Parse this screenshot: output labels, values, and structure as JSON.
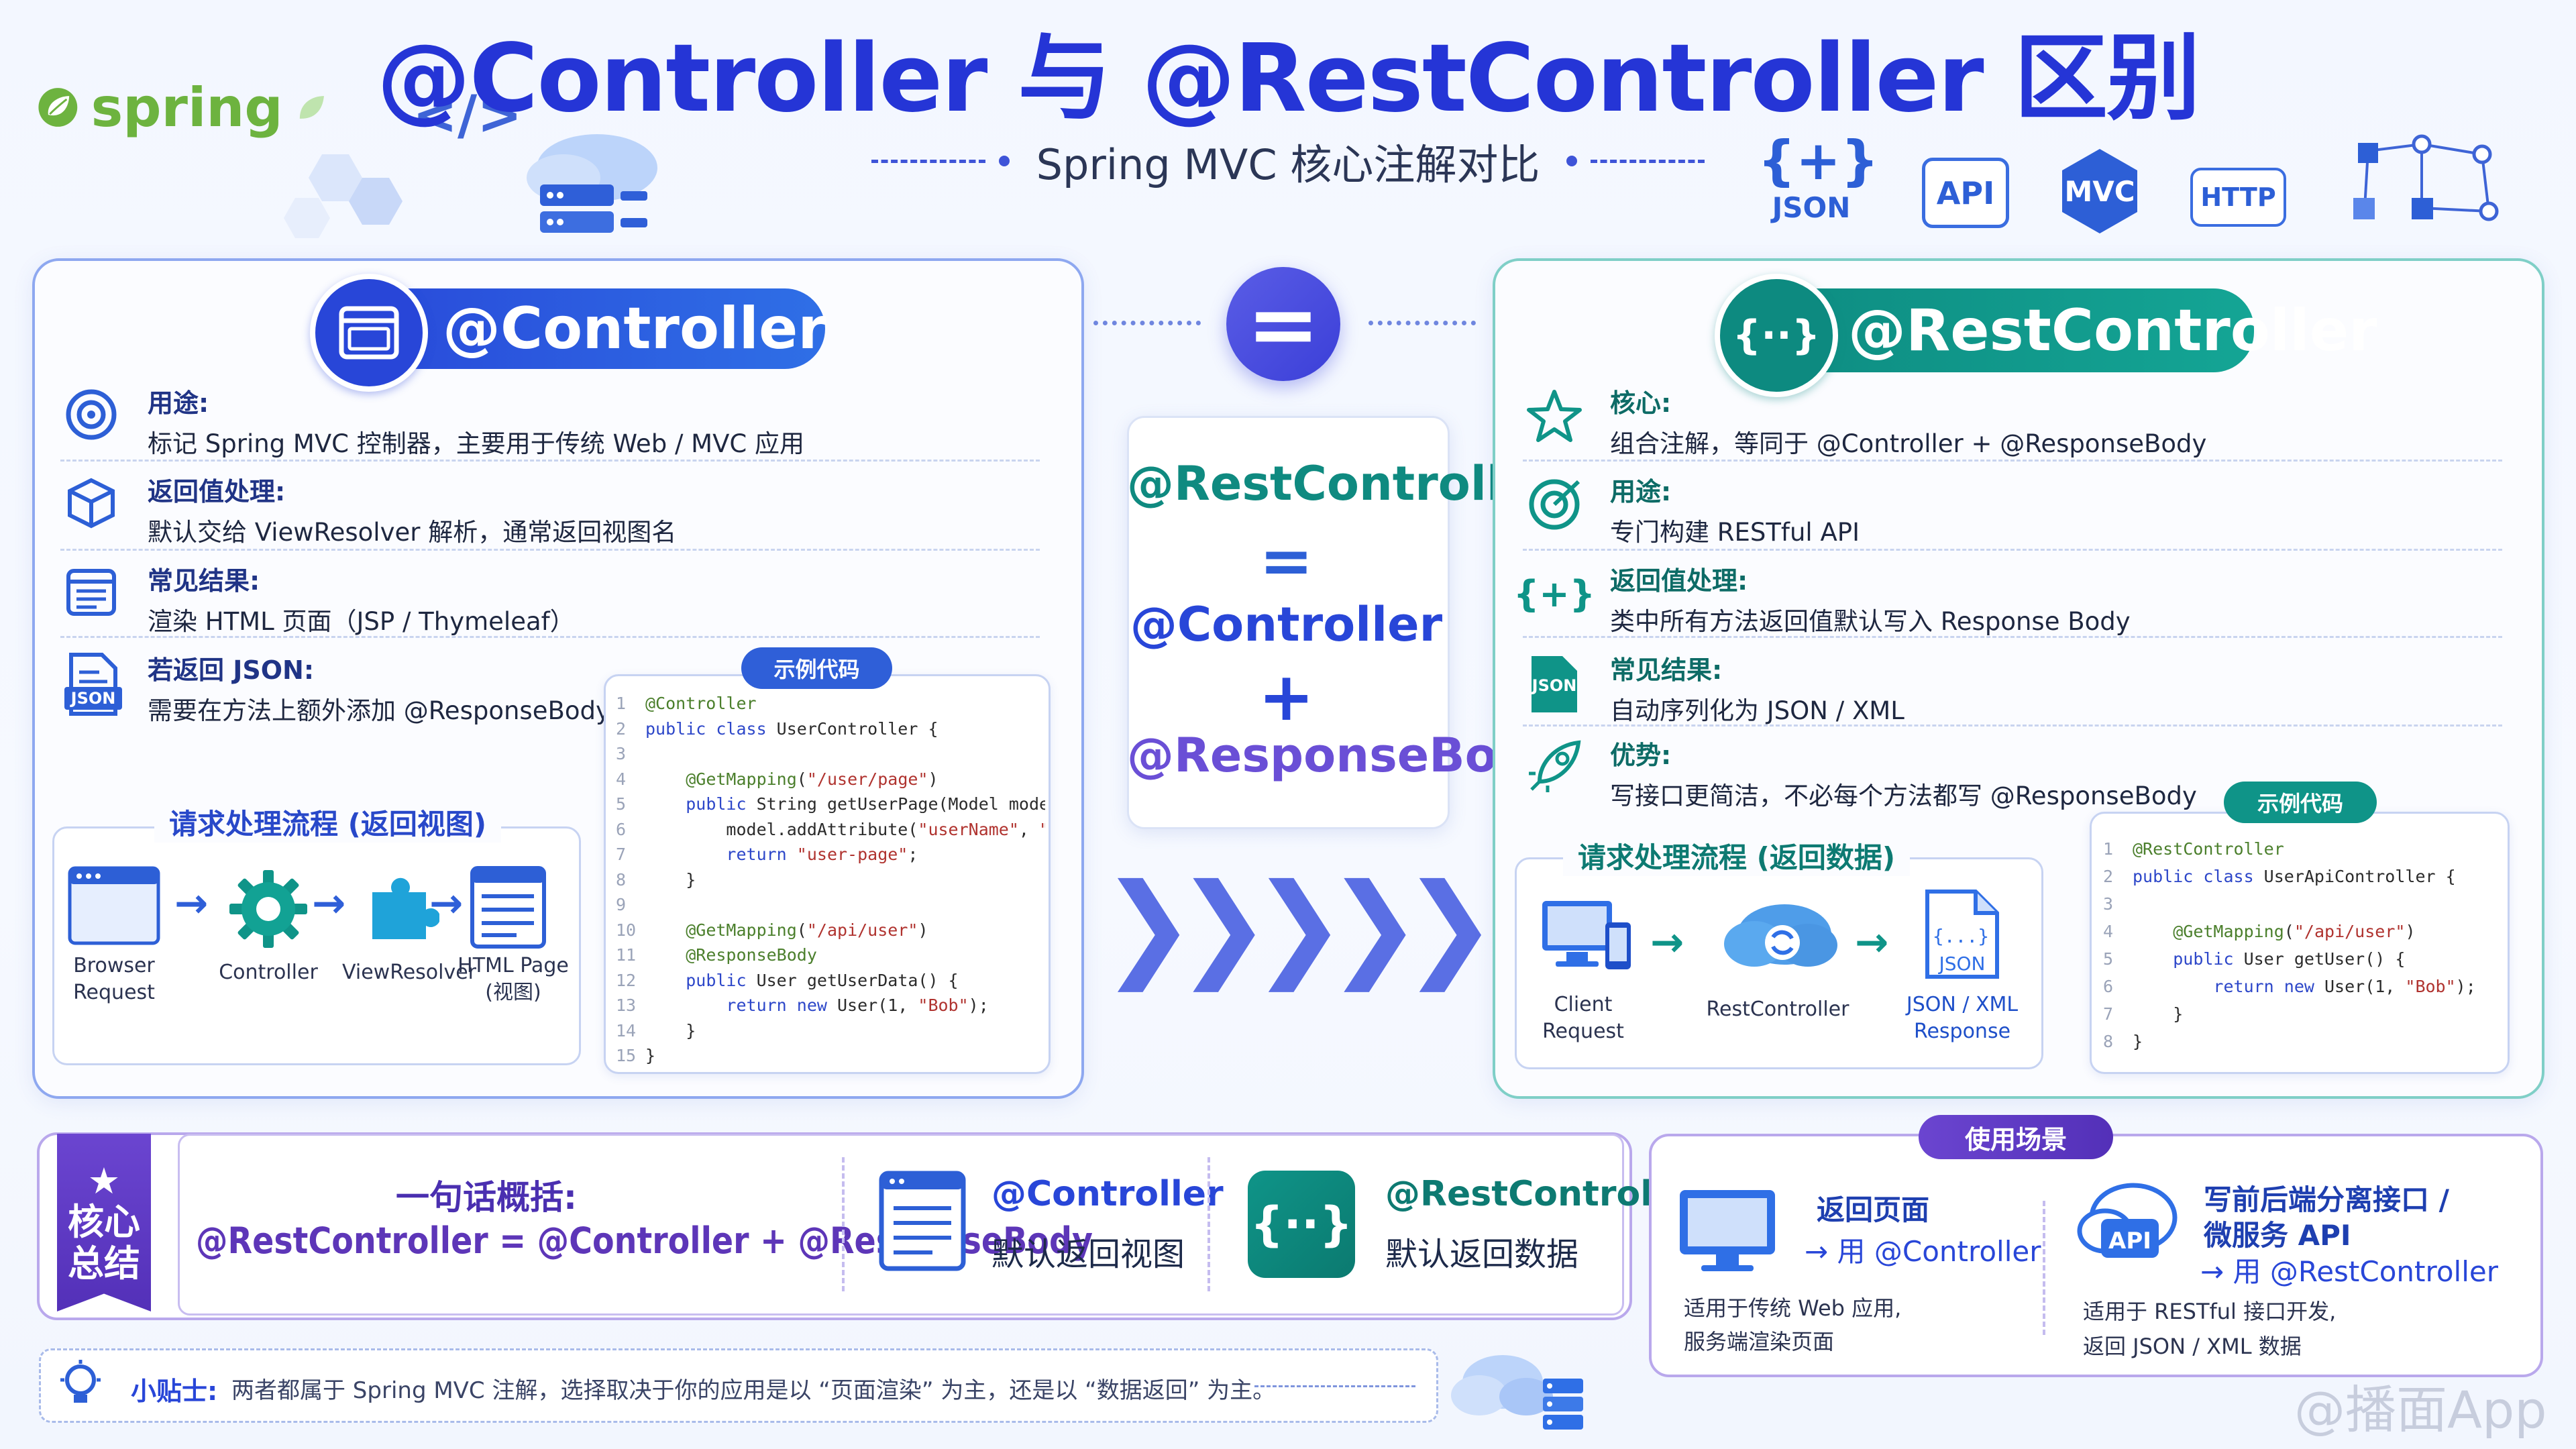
{
  "header": {
    "title": "@Controller 与 @RestController 区别",
    "subtitle": "Spring MVC 核心注解对比",
    "logo_text": "spring",
    "code_symbol": "</>",
    "tags": [
      {
        "label": "JSON",
        "symbol": "{+}"
      },
      {
        "label": "API"
      },
      {
        "label": "MVC"
      },
      {
        "label": "HTTP"
      }
    ]
  },
  "controller": {
    "badge": "@Controller",
    "items": [
      {
        "title": "用途:",
        "desc": "标记 Spring MVC 控制器，主要用于传统 Web / MVC 应用",
        "icon": "target-icon"
      },
      {
        "title": "返回值处理:",
        "desc": "默认交给 ViewResolver 解析，通常返回视图名",
        "icon": "cube-icon"
      },
      {
        "title": "常见结果:",
        "desc": "渲染 HTML 页面（JSP / Thymeleaf）",
        "icon": "page-icon"
      },
      {
        "title": "若返回 JSON:",
        "desc": "需要在方法上额外添加 @ResponseBody",
        "icon": "json-file-icon"
      }
    ],
    "json_icon_label": "JSON",
    "flow": {
      "title": "请求处理流程 (返回视图)",
      "steps": [
        "Browser Request",
        "Controller",
        "ViewResolver",
        "HTML Page (视图)"
      ]
    },
    "code_tag": "示例代码"
  },
  "middle": {
    "eq_symbol": "=",
    "lines": [
      "@RestController",
      "=",
      "@Controller",
      "+",
      "@ResponseBody"
    ],
    "chevrons": "❯❯❯❯❯"
  },
  "rest": {
    "badge": "@RestController",
    "badge_symbol": "{··}",
    "items": [
      {
        "title": "核心:",
        "desc": "组合注解，等同于 @Controller + @ResponseBody",
        "icon": "star-icon"
      },
      {
        "title": "用途:",
        "desc": "专门构建 RESTful API",
        "icon": "target-icon"
      },
      {
        "title": "返回值处理:",
        "desc": "类中所有方法返回值默认写入 Response Body",
        "icon": "braces-icon"
      },
      {
        "title": "常见结果:",
        "desc": "自动序列化为 JSON / XML",
        "icon": "json-icon"
      },
      {
        "title": "优势:",
        "desc": "写接口更简洁，不必每个方法都写 @ResponseBody",
        "icon": "rocket-icon"
      }
    ],
    "json_icon_label": "JSON",
    "flow": {
      "title": "请求处理流程 (返回数据)",
      "steps": [
        "Client Request",
        "RestController",
        "JSON / XML Response"
      ],
      "file_label": "JSON"
    },
    "code_tag": "示例代码"
  },
  "summary": {
    "badge": "核心总结",
    "headline": "一句话概括:",
    "formula": "@RestController = @Controller + @ResponseBody",
    "controller_name": "@Controller",
    "controller_desc": "默认返回视图",
    "rest_name": "@RestController",
    "rest_desc": "默认返回数据",
    "rest_symbol": "{··}"
  },
  "scenes": {
    "tag": "使用场景",
    "left_title": "返回页面",
    "left_use": "→ 用 @Controller",
    "left_note1": "适用于传统 Web 应用,",
    "left_note2": "服务端渲染页面",
    "right_title1": "写前后端分离接口 /",
    "right_title2": "微服务 API",
    "right_use": "→ 用 @RestController",
    "right_note1": "适用于 RESTful 接口开发,",
    "right_note2": "返回 JSON / XML 数据",
    "api_label": "API"
  },
  "tip": {
    "label": "小贴士:",
    "text": "两者都属于 Spring MVC 注解，选择取决于你的应用是以 “页面渲染” 为主，还是以 “数据返回” 为主。"
  },
  "watermark": "@播面App",
  "colors": {
    "blue": "#2d5fd6",
    "green": "#0f9488",
    "purple": "#5d36b8",
    "title": "#2535d6"
  }
}
